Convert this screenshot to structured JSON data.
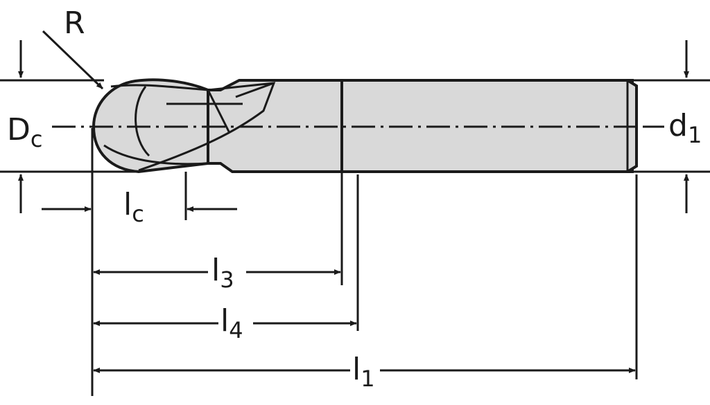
{
  "title": "Ball end mill dimension drawing",
  "colors": {
    "tool_fill": "#d9d9d9",
    "line": "#1a1a1a"
  },
  "labels": {
    "radius": {
      "main": "R"
    },
    "cutting_diameter": {
      "main": "D",
      "sub": "c"
    },
    "shank_diameter": {
      "main": "d",
      "sub": "1"
    },
    "cutting_length": {
      "main": "l",
      "sub": "c"
    },
    "l3": {
      "main": "l",
      "sub": "3"
    },
    "l4": {
      "main": "l",
      "sub": "4"
    },
    "overall_length": {
      "main": "l",
      "sub": "1"
    }
  }
}
